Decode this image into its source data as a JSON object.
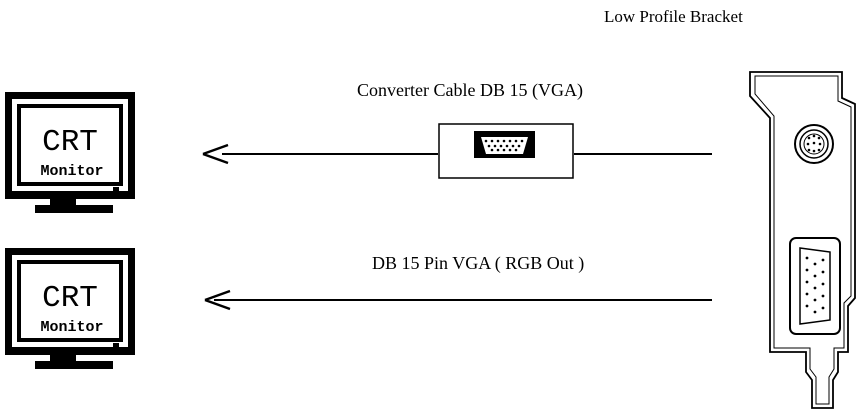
{
  "diagram": {
    "bracket_label": "Low Profile Bracket",
    "converter_label": "Converter Cable DB 15 (VGA)",
    "vga_label": "DB 15 Pin VGA ( RGB Out )",
    "monitors": [
      {
        "line1": "CRT",
        "line2": "Monitor"
      },
      {
        "line1": "CRT",
        "line2": "Monitor"
      }
    ]
  }
}
